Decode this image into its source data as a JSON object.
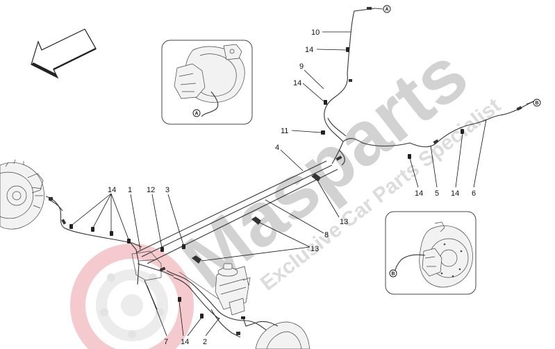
{
  "watermark": {
    "brand": "Masparts",
    "tagline": "Exclusive Car Parts Specialist",
    "logo_color": "#f2b8bd"
  },
  "connectors": {
    "a": "A",
    "b": "B"
  },
  "part_numbers": [
    {
      "id": "n14a",
      "label": "14"
    },
    {
      "id": "n1",
      "label": "1"
    },
    {
      "id": "n12",
      "label": "12"
    },
    {
      "id": "n3",
      "label": "3"
    },
    {
      "id": "n4",
      "label": "4"
    },
    {
      "id": "n11",
      "label": "11"
    },
    {
      "id": "n9",
      "label": "9"
    },
    {
      "id": "n14b",
      "label": "14"
    },
    {
      "id": "n14c",
      "label": "14"
    },
    {
      "id": "n10",
      "label": "10"
    },
    {
      "id": "n13a",
      "label": "13"
    },
    {
      "id": "n8",
      "label": "8"
    },
    {
      "id": "n13b",
      "label": "13"
    },
    {
      "id": "n14d",
      "label": "14"
    },
    {
      "id": "n5",
      "label": "5"
    },
    {
      "id": "n14e",
      "label": "14"
    },
    {
      "id": "n6",
      "label": "6"
    },
    {
      "id": "n7",
      "label": "7"
    },
    {
      "id": "n14f",
      "label": "14"
    },
    {
      "id": "n2",
      "label": "2"
    }
  ]
}
